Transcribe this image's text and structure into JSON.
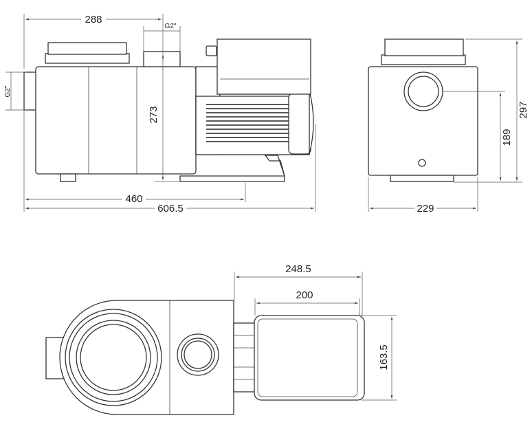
{
  "side_view": {
    "dim_inlet_to_outlet": "288",
    "outlet_thread": "G2\"",
    "inlet_thread": "G2\"",
    "dim_height_outlet": "273",
    "dim_base_length": "460",
    "dim_total_length": "606.5"
  },
  "front_view": {
    "dim_total_height": "297",
    "dim_inlet_height": "189",
    "dim_width": "229"
  },
  "top_view": {
    "dim_motor_overall": "248.5",
    "dim_motor_box_length": "200",
    "dim_motor_box_width": "163.5"
  },
  "colors": {
    "line": "#333333",
    "background": "#ffffff"
  }
}
